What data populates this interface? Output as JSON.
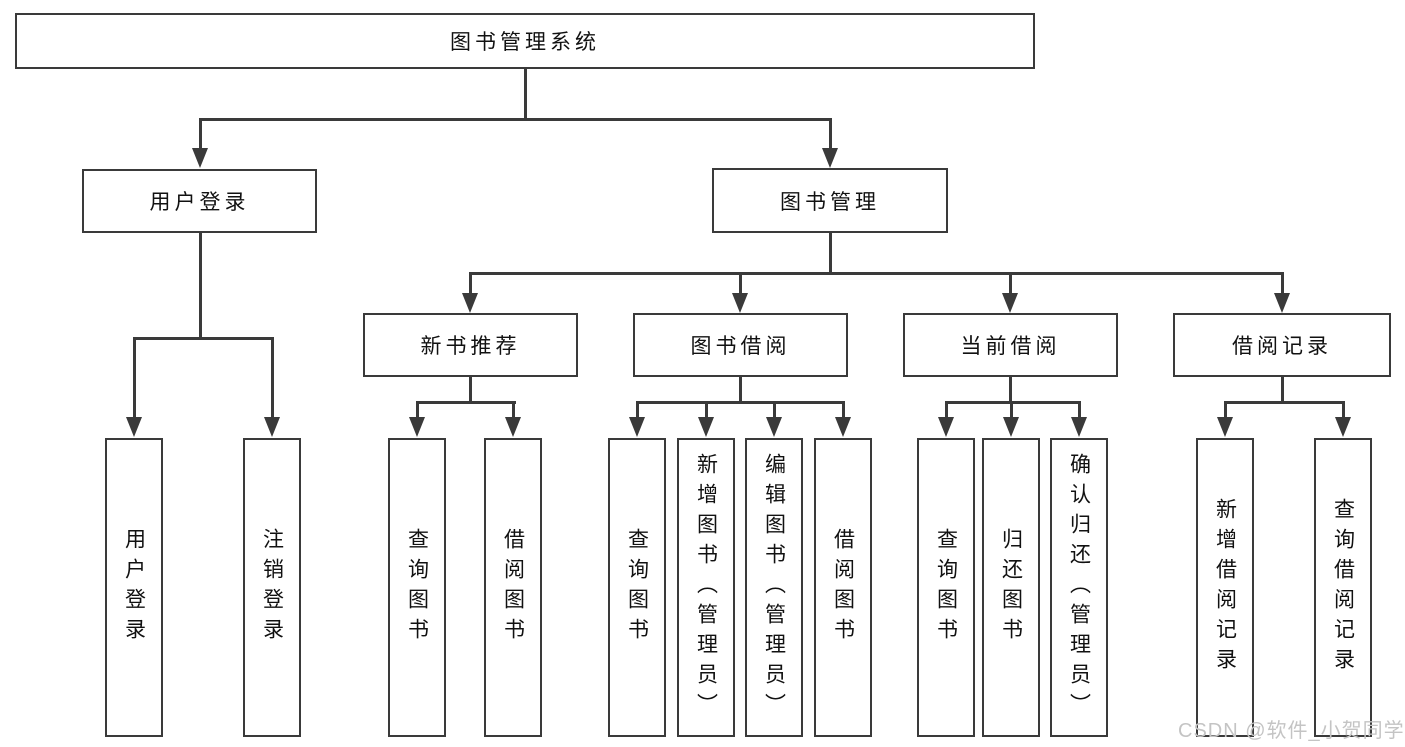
{
  "diagram_type": "hierarchy-tree",
  "style": {
    "line_color": "#3a3a3a",
    "box_border_color": "#3a3a3a",
    "box_fill": "#ffffff",
    "text_color": "#111111",
    "background": "#ffffff",
    "watermark_color": "#c4c4c4"
  },
  "tree": {
    "label": "图书管理系统",
    "children": [
      {
        "label": "用户登录",
        "children": [
          {
            "label": "用户登录"
          },
          {
            "label": "注销登录"
          }
        ]
      },
      {
        "label": "图书管理",
        "children": [
          {
            "label": "新书推荐",
            "children": [
              {
                "label": "查询图书"
              },
              {
                "label": "借阅图书"
              }
            ]
          },
          {
            "label": "图书借阅",
            "children": [
              {
                "label": "查询图书"
              },
              {
                "label": "新增图书（管理员）"
              },
              {
                "label": "编辑图书（管理员）"
              },
              {
                "label": "借阅图书"
              }
            ]
          },
          {
            "label": "当前借阅",
            "children": [
              {
                "label": "查询图书"
              },
              {
                "label": "归还图书"
              },
              {
                "label": "确认归还（管理员）"
              }
            ]
          },
          {
            "label": "借阅记录",
            "children": [
              {
                "label": "新增借阅记录"
              },
              {
                "label": "查询借阅记录"
              }
            ]
          }
        ]
      }
    ]
  },
  "watermark": {
    "text": "CSDN @软件_小贺同学"
  }
}
